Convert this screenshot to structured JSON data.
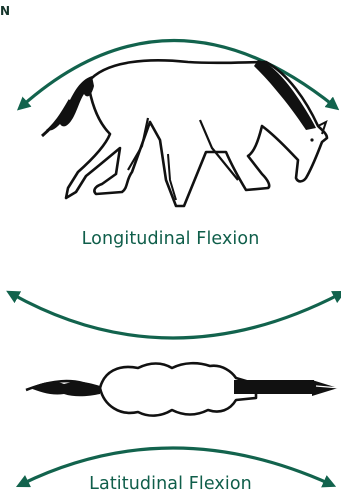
{
  "corner_label": "N",
  "captions": {
    "longitudinal": "Longitudinal Flexion",
    "latitudinal": "Latitudinal Flexion"
  },
  "colors": {
    "arrow_green": "#12634d",
    "caption_green": "#0f5e4a",
    "outline": "#111111",
    "background": "#ffffff"
  }
}
